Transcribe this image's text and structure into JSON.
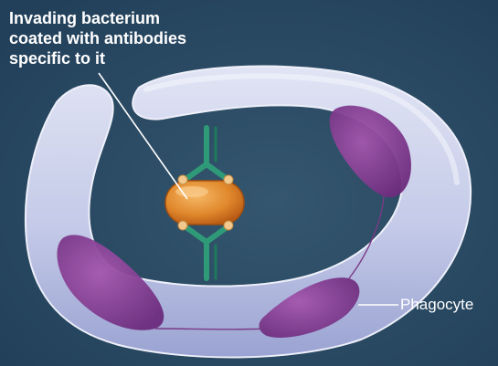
{
  "labels": {
    "bacterium": [
      "Invading bacterium",
      "coated with antibodies",
      "specific to it"
    ],
    "phagocyte": "Phagocyte"
  },
  "colors": {
    "background": "#2a4a62",
    "phagocyte_cell": "#c7cde8",
    "nuclei": "#8a3f93",
    "bacterium": "#e0882c",
    "antibody": "#2f9a78",
    "label_text": "#ffffff"
  }
}
